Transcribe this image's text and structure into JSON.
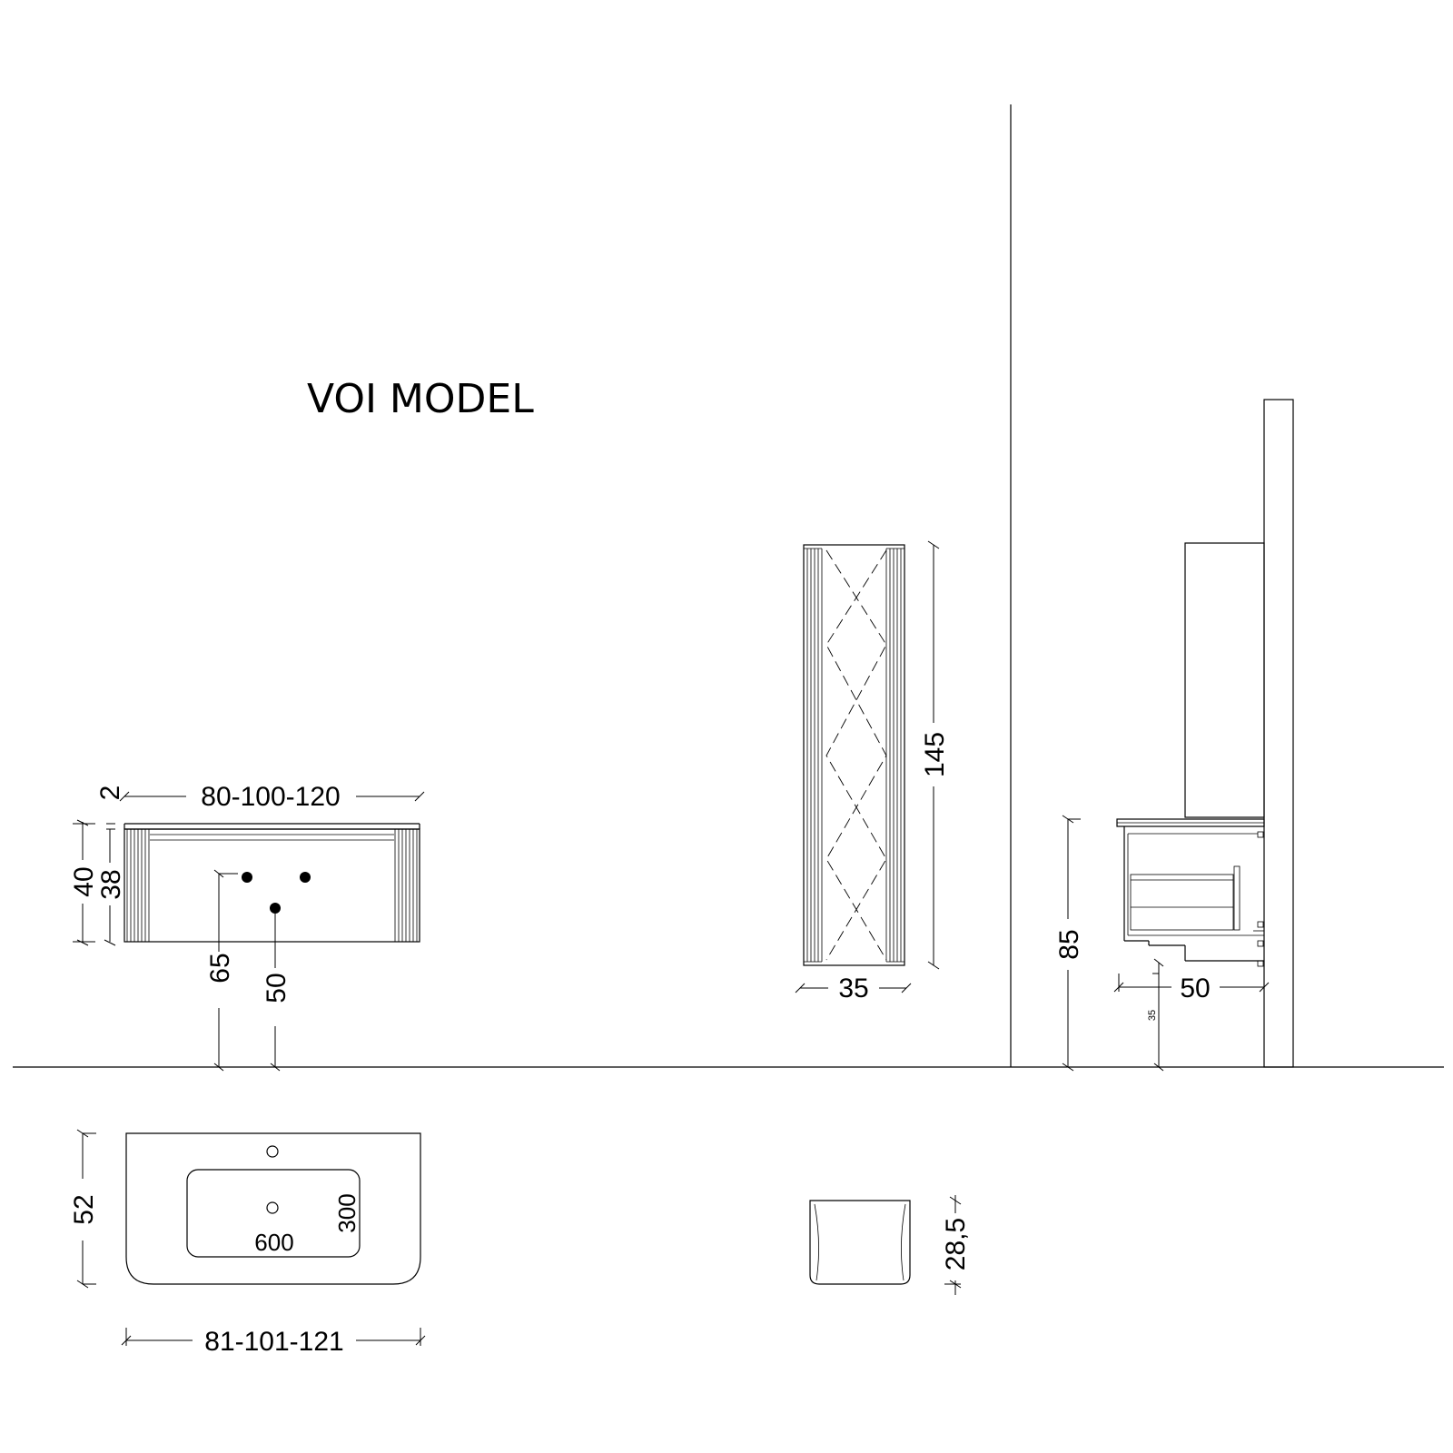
{
  "title": "VOI MODEL",
  "dimensions": {
    "cabinet_width": "80-100-120",
    "top_thickness": "2",
    "cabinet_height_total": "40",
    "cabinet_height_front": "38",
    "pipe_height_left": "65",
    "pipe_height_center": "50",
    "tall_unit_height": "145",
    "tall_unit_width": "35",
    "side_height": "85",
    "side_depth": "50",
    "side_bottom_gap": "35",
    "basin_depth": "52",
    "basin_inner_width": "600",
    "basin_inner_depth": "300",
    "basin_width": "81-101-121",
    "tall_unit_depth": "28,5"
  }
}
